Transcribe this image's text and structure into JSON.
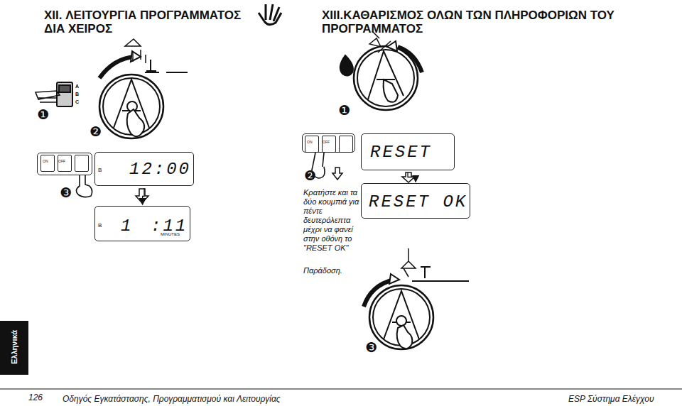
{
  "diagram": {
    "nodes": [
      {
        "text": [
          "ON",
          "OFF"
        ]
      },
      {
        "text": [
          "B",
          "12:00"
        ]
      },
      {
        "text": [
          "B",
          "1",
          ":11",
          "MINUTES"
        ]
      },
      {
        "text": [
          "ON",
          "OFF"
        ]
      },
      {
        "text": [
          "RESET"
        ]
      },
      {
        "text": [
          "RESET OK"
        ]
      }
    ],
    "edges": [
      {
        "from": 1,
        "to": 2,
        "arrow": "to"
      },
      {
        "from": 4,
        "to": 5,
        "arrow": "to"
      }
    ],
    "labels": [
      "XII. ΛΕΙΤΟΥΡΓΙΑ ΠΡΟΓΡΑΜΜΑΤΟΣ ΔΙΑ ΧΕΙΡΟΣ",
      "XIII.ΚΑΘΑΡΙΣΜΟΣ ΟΛΩΝ ΤΩΝ ΠΛΗΡΟΦΟΡΙΩΝ ΤΟΥ ΠΡΟΓΡΑΜΜΑΤΟΣ",
      "A",
      "B",
      "C",
      "❶",
      "❷",
      "❸",
      "❶",
      "❷",
      "Κρατήστε και τα δύο κουμπιά για πέντε δευτερόλεπτα μέχρι να φανεί στην οθόνη το \"RESET OK\"",
      "Παράδοση.",
      "❸",
      "Ελληνικά",
      "126",
      "Οδηγός Εγκατάστασης, Προγραμματισμού και Λειτουργίας",
      "ESP Σύστημα Ελέγχου"
    ]
  }
}
